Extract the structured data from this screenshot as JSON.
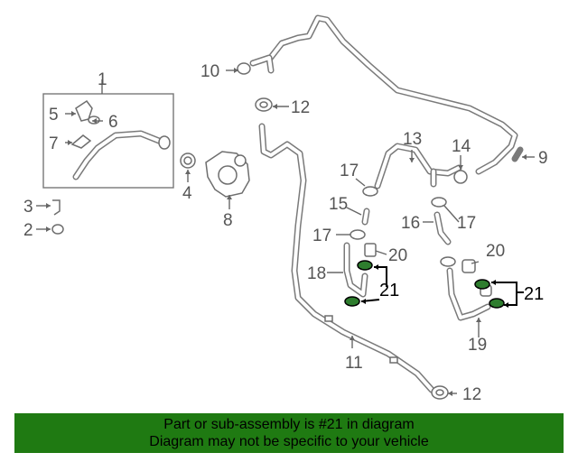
{
  "diagram": {
    "callouts": {
      "c1": "1",
      "c2": "2",
      "c3": "3",
      "c4": "4",
      "c5": "5",
      "c6": "6",
      "c7": "7",
      "c8": "8",
      "c9": "9",
      "c10": "10",
      "c11": "11",
      "c12a": "12",
      "c12b": "12",
      "c13": "13",
      "c14": "14",
      "c15": "15",
      "c16": "16",
      "c17a": "17",
      "c17b": "17",
      "c17c": "17",
      "c18": "18",
      "c19": "19",
      "c20a": "20",
      "c20b": "20",
      "c21a": "21",
      "c21b": "21"
    },
    "highlight_color": "#000000",
    "highlight_part_fill": "#2e7d2e"
  },
  "footer": {
    "line1": "Part or sub-assembly is #21 in diagram",
    "line2": "Diagram may not be specific to your vehicle",
    "background": "#1f7a12"
  }
}
